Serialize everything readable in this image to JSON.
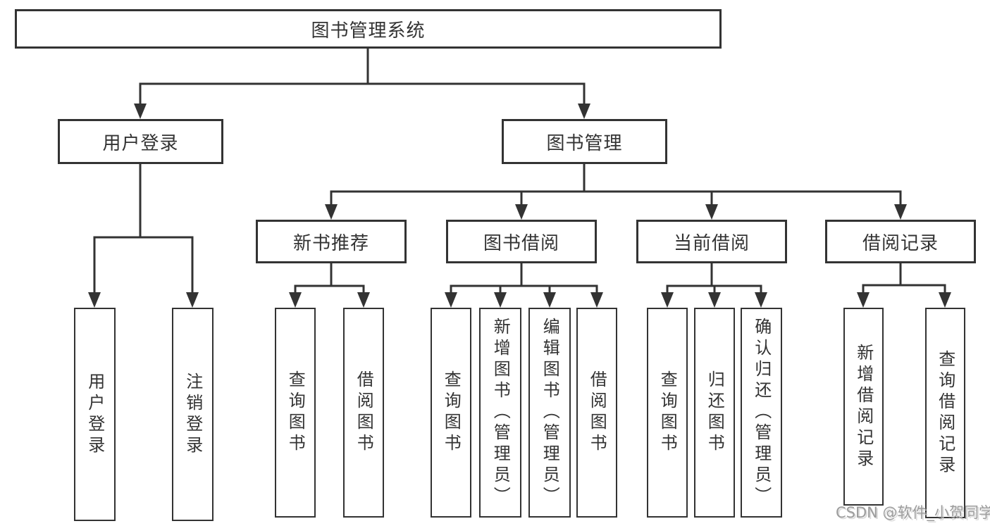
{
  "diagram": {
    "root": {
      "label": "图书管理系统"
    },
    "branches": [
      {
        "label": "用户登录",
        "children": [
          {
            "label": "用户登录"
          },
          {
            "label": "注销登录"
          }
        ]
      },
      {
        "label": "图书管理",
        "children": [
          {
            "label": "新书推荐",
            "children": [
              {
                "label": "查询图书"
              },
              {
                "label": "借阅图书"
              }
            ]
          },
          {
            "label": "图书借阅",
            "children": [
              {
                "label": "查询图书"
              },
              {
                "label": "新增图书（管理员）"
              },
              {
                "label": "编辑图书（管理员）"
              },
              {
                "label": "借阅图书"
              }
            ]
          },
          {
            "label": "当前借阅",
            "children": [
              {
                "label": "查询图书"
              },
              {
                "label": "归还图书"
              },
              {
                "label": "确认归还（管理员）"
              }
            ]
          },
          {
            "label": "借阅记录",
            "children": [
              {
                "label": "新增借阅记录"
              },
              {
                "label": "查询借阅记录"
              }
            ]
          }
        ]
      }
    ]
  },
  "watermark": {
    "text": "CSDN @软件_小贺同学"
  },
  "colors": {
    "line": "#333333",
    "text": "#333333",
    "background": "#ffffff",
    "watermark": "#9c9c9c"
  }
}
